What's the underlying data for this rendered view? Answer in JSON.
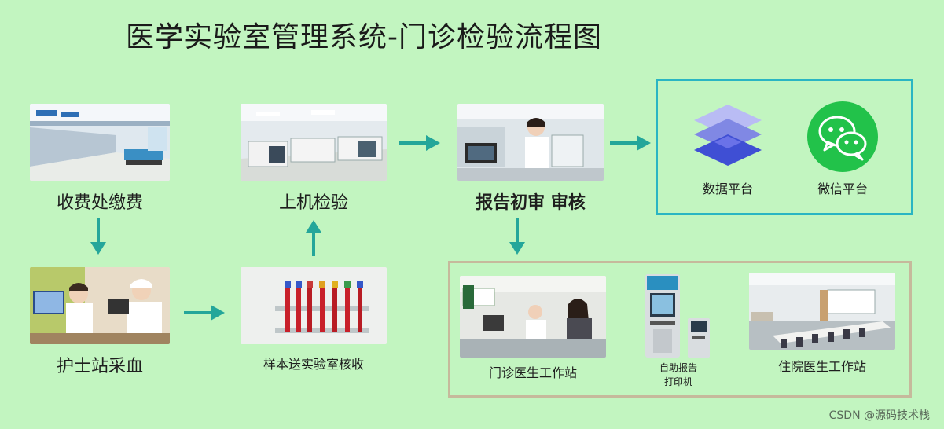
{
  "title": "医学实验室管理系统-门诊检验流程图",
  "steps": {
    "charge": "收费处缴费",
    "nurse": "护士站采血",
    "sample": "样本送实验室核收",
    "test": "上机检验",
    "report": "报告初审  审核"
  },
  "platforms": {
    "data": "数据平台",
    "wechat": "微信平台"
  },
  "outputs": {
    "outpatient": "门诊医生工作站",
    "kiosk_line1": "自助报告",
    "kiosk_line2": "打印机",
    "inpatient": "住院医生工作站"
  },
  "watermark": "CSDN @源码技术栈",
  "colors": {
    "background": "#c2f5c0",
    "arrow": "#24a69a",
    "platform_border": "#2ab5c3",
    "output_border": "#c6b99c",
    "wechat_green": "#22c24a",
    "layer_blue": "#4f5fd8"
  }
}
